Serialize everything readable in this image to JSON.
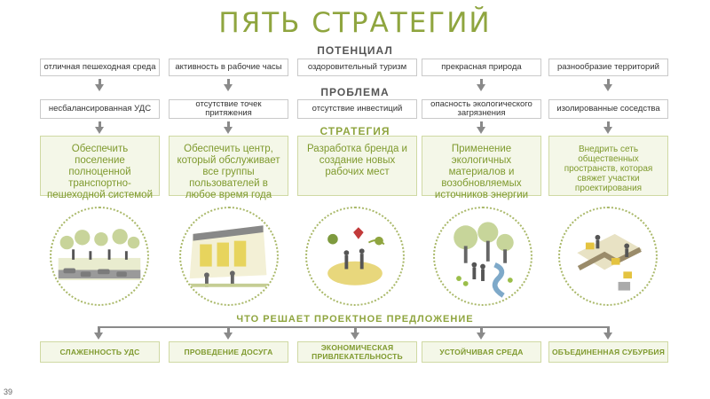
{
  "title": "ПЯТЬ СТРАТЕГИЙ",
  "labels": {
    "potential": "ПОТЕНЦИАЛ",
    "problem": "ПРОБЛЕМА",
    "strategy": "СТРАТЕГИЯ",
    "solves": "ЧТО РЕШАЕТ ПРОЕКТНОЕ ПРЕДЛОЖЕНИЕ"
  },
  "potential": [
    "отличная пешеходная среда",
    "активность в рабочие часы",
    "оздоровительный туризм",
    "прекрасная природа",
    "разнообразие территорий"
  ],
  "problem": [
    "несбалансированная УДС",
    "отсутствие точек притяжения",
    "отсутствие инвестиций",
    "опасность экологического загрязнения",
    "изолированные соседства"
  ],
  "strategy": [
    "Обеспечить поселение полноценной транспортно-пешеходной системой",
    "Обеспечить центр, который обслуживает все группы пользователей в любое время года",
    "Разработка бренда и создание новых рабочих мест",
    "Применение экологичных материалов и возобновляемых источников энергии",
    "Внедрить сеть общественных пространств, которая свяжет участки проектирования"
  ],
  "illustrations": [
    "street-traffic-illustration",
    "commercial-center-illustration",
    "brand-jobs-illustration",
    "eco-nature-illustration",
    "public-space-network-illustration"
  ],
  "results": [
    "СЛАЖЕННОСТЬ УДС",
    "ПРОВЕДЕНИЕ ДОСУГА",
    "ЭКОНОМИЧЕСКАЯ ПРИВЛЕКАТЕЛЬНОСТЬ",
    "УСТОЙЧИВАЯ СРЕДА",
    "ОБЪЕДИНЕННАЯ СУБУРБИЯ"
  ],
  "page_number": "39",
  "colors": {
    "accent_green": "#8fa53f",
    "strategy_bg": "#f4f7e8",
    "arrow_gray": "#8a8a8a"
  }
}
